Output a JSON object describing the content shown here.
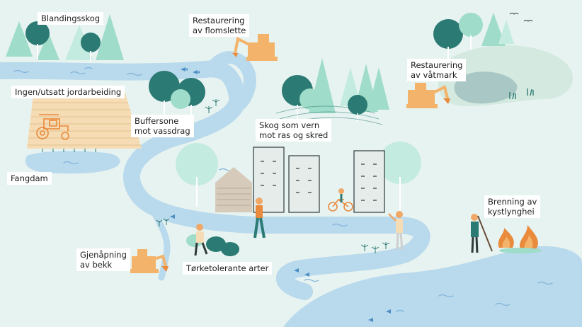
{
  "labels": {
    "blandingsskog": "Blandingsskog",
    "flomslette": "Restaurering\nav flomslette",
    "vatmark": "Restaurering\nav våtmark",
    "jordarbeiding": "Ingen/utsatt jordarbeiding",
    "buffersone": "Buffersone\nmot vassdrag",
    "skog_vern": "Skog som vern\nmot ras og skred",
    "fangdam": "Fangdam",
    "gjenapning": "Gjenåpning\nav bekk",
    "torketolerante": "Tørketolerante arter",
    "brenning": "Brenning av\nkystlynghei"
  },
  "colors": {
    "background": "#e7f3f1",
    "water": "#b9d9ec",
    "water_dark": "#7fb3d9",
    "tree_dark": "#2b7a73",
    "tree_mint": "#9fdcc9",
    "tree_light": "#c4ebdf",
    "wood": "#f5dcb4",
    "machine": "#f3b36a",
    "wetland": "#d4e9df",
    "building": "#e6ecea",
    "house": "#d6cbbb"
  },
  "icons": [
    "excavator-icon",
    "tractor-icon",
    "bicycle-icon",
    "fire-icon",
    "fish-icon"
  ]
}
